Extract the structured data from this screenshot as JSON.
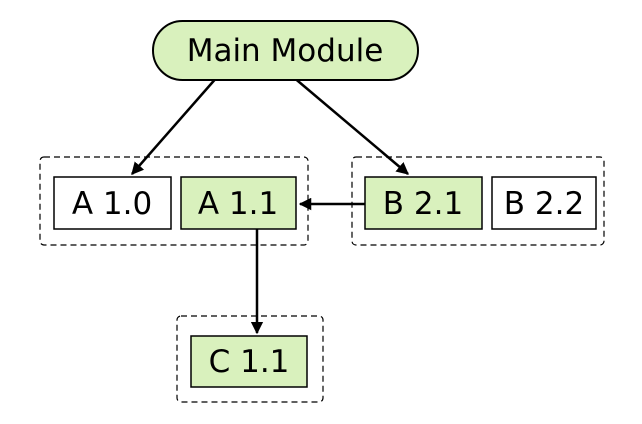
{
  "diagram": {
    "colors": {
      "selected_fill": "#d9f1bd",
      "default_fill": "#ffffff",
      "stroke": "#000000"
    },
    "nodes": {
      "main": {
        "label": "Main Module",
        "selected": true
      },
      "a10": {
        "label": "A 1.0",
        "selected": false
      },
      "a11": {
        "label": "A 1.1",
        "selected": true
      },
      "b21": {
        "label": "B 2.1",
        "selected": true
      },
      "b22": {
        "label": "B 2.2",
        "selected": false
      },
      "c11": {
        "label": "C 1.1",
        "selected": true
      }
    },
    "edges": [
      {
        "from": "main",
        "to": "a10"
      },
      {
        "from": "main",
        "to": "b21"
      },
      {
        "from": "b21",
        "to": "a11"
      },
      {
        "from": "a11",
        "to": "c11"
      }
    ]
  }
}
